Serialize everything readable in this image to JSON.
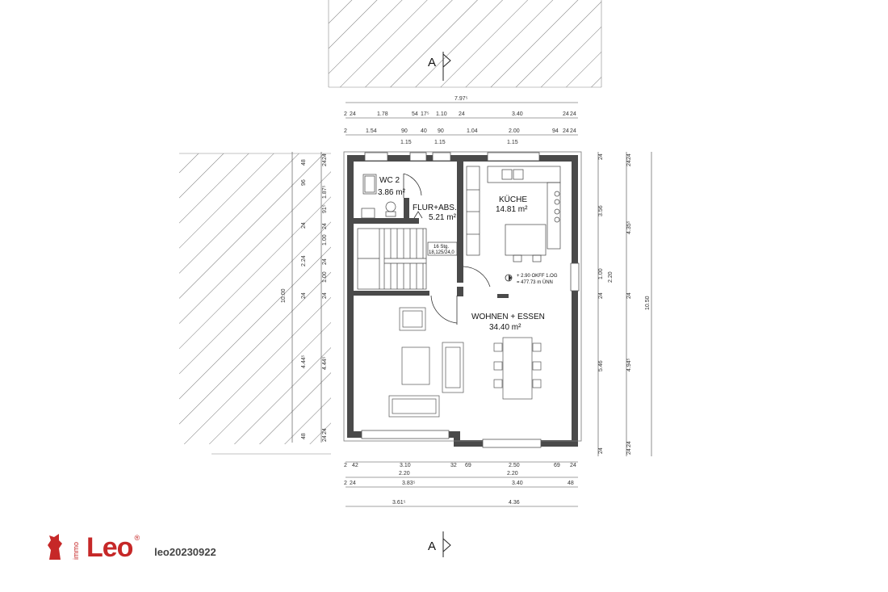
{
  "section_marks": [
    "A",
    "A"
  ],
  "rooms": [
    {
      "name": "WC 2",
      "area": "3.86 m²"
    },
    {
      "name": "FLUR+ABS.",
      "area": "5.21 m²"
    },
    {
      "name": "KÜCHE",
      "area": "14.81 m²"
    },
    {
      "name": "WOHNEN + ESSEN",
      "area": "34.40 m²"
    }
  ],
  "stair_label": [
    "16 Stg.",
    "18,125/24,0"
  ],
  "level_note": [
    "+ 2.90 OKFF 1.OG",
    "= 477.73 m ÜNN"
  ],
  "dims_top": {
    "overall": "7.97⁵",
    "row1": [
      "2",
      "24",
      "1.78",
      "54",
      "17⁵",
      "1.10",
      "24",
      "3.40",
      "24",
      "24"
    ],
    "row2": [
      "2",
      "1.54",
      "90",
      "40",
      "90",
      "1.04",
      "2.00",
      "94",
      "24",
      "24"
    ],
    "row3": [
      "1.15",
      "1.15",
      "1.15"
    ]
  },
  "dims_bottom": {
    "row1": [
      "2",
      "42",
      "3.10",
      "32",
      "69",
      "2.50",
      "69",
      "24"
    ],
    "row2": [
      "2.20",
      "2.20"
    ],
    "row3": [
      "2",
      "24",
      "3.83⁵",
      "3.40",
      "48"
    ],
    "row4": [
      "3.61⁵",
      "4.36"
    ]
  },
  "dims_left": {
    "overall": "10.00",
    "outer": [
      "48",
      "96",
      "24",
      "2.24",
      "24",
      "4.44⁵",
      "48"
    ],
    "inner": [
      "24",
      "24",
      "1.87⁵",
      "91⁵",
      "24",
      "1.00",
      "24",
      "1.00",
      "24",
      "4.44⁵",
      "24",
      "24"
    ]
  },
  "dims_right": {
    "overall": "10.50",
    "inner": [
      "24",
      "3.56",
      "1.00",
      "2.20",
      "24",
      "5.46",
      "24"
    ],
    "outer": [
      "24",
      "24",
      "4.35⁵",
      "24",
      "4.94⁵",
      "24",
      "24"
    ]
  },
  "brand": {
    "name": "Leo",
    "tagline": "immo",
    "reg": "®",
    "code": "leo20230922",
    "color": "#c62828"
  }
}
